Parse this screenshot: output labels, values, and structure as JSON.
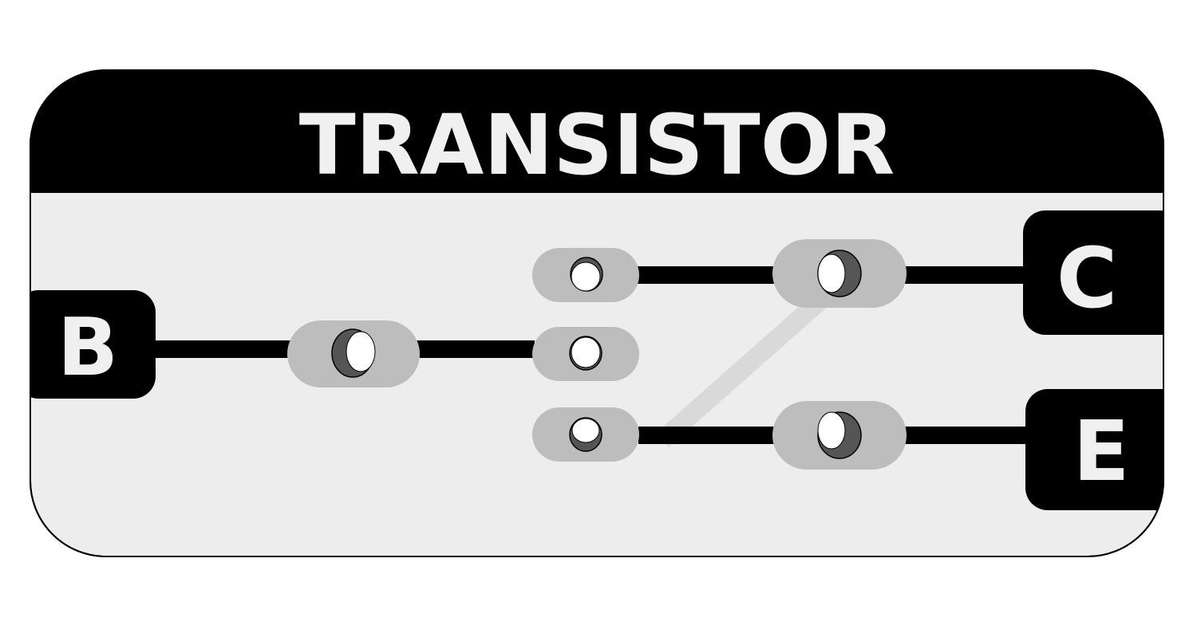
{
  "board": {
    "title": "TRANSISTOR",
    "colors": {
      "panel": "#ededed",
      "header": "#000000",
      "title_text": "#f0f0f0",
      "pad": "#bdbdbd",
      "trace": "#000000",
      "faint_trace": "#d9d9d9",
      "hole_fill": "#ffffff",
      "hole_shadow": "#555555"
    }
  },
  "terminals": {
    "base": "B",
    "collector": "C",
    "emitter": "E"
  }
}
